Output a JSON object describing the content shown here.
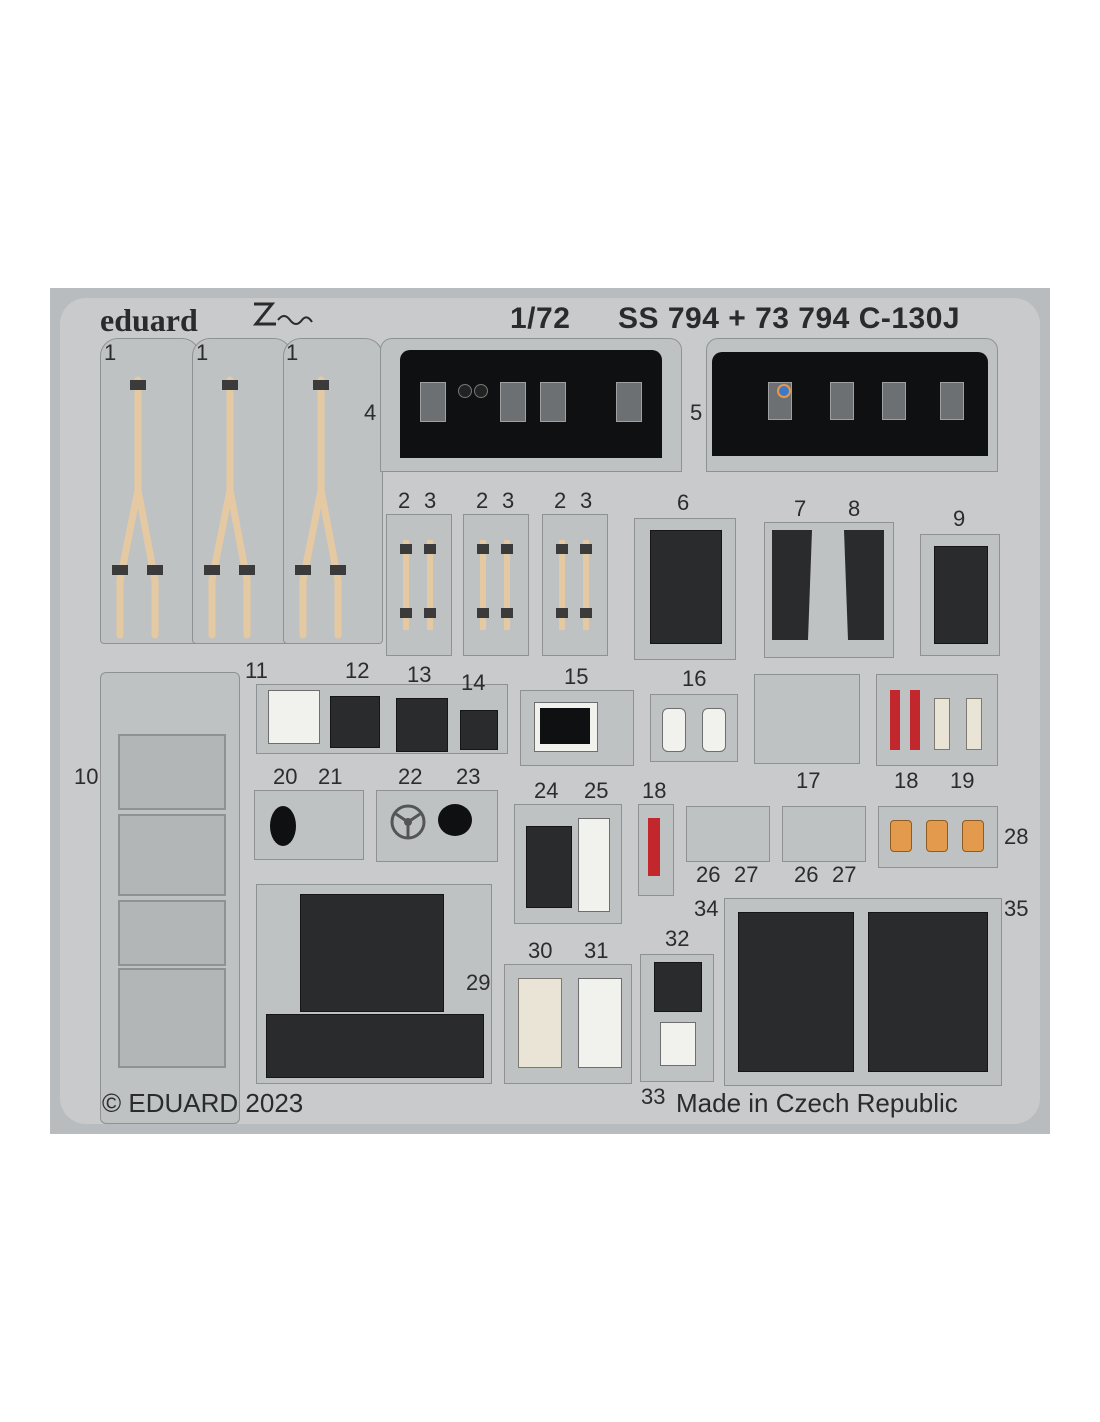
{
  "header": {
    "brand": "eduard",
    "zoom_logo": "Zoom",
    "scale": "1/72",
    "product": "SS 794 + 73 794 C-130J"
  },
  "footer": {
    "copyright": "© EDUARD 2023",
    "origin": "Made in Czech Republic"
  },
  "part_numbers": {
    "p1a": "1",
    "p1b": "1",
    "p1c": "1",
    "p2a": "2",
    "p3a": "3",
    "p2b": "2",
    "p3b": "3",
    "p2c": "2",
    "p3c": "3",
    "p4": "4",
    "p5": "5",
    "p6": "6",
    "p7": "7",
    "p8": "8",
    "p9": "9",
    "p10": "10",
    "p11": "11",
    "p12": "12",
    "p13": "13",
    "p14": "14",
    "p15": "15",
    "p16": "16",
    "p17": "17",
    "p18a": "18",
    "p18b": "18",
    "p19": "19",
    "p20": "20",
    "p21": "21",
    "p22": "22",
    "p23": "23",
    "p24": "24",
    "p25": "25",
    "p26a": "26",
    "p27a": "27",
    "p26b": "26",
    "p27b": "27",
    "p28": "28",
    "p29": "29",
    "p30": "30",
    "p31": "31",
    "p32": "32",
    "p33": "33",
    "p34": "34",
    "p35": "35"
  },
  "colors": {
    "fret": "#b9bcbe",
    "panel_black": "#0f1011",
    "strap": "#e5c9a2",
    "warning_red": "#c1272d",
    "orange": "#e39a4c"
  }
}
